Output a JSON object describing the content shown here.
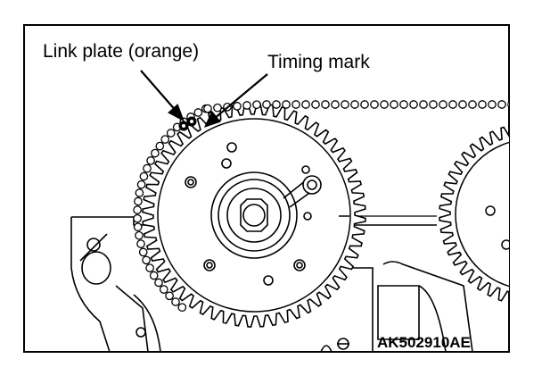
{
  "figure": {
    "callouts": {
      "link_plate": "Link plate (orange)",
      "timing_mark": "Timing mark"
    },
    "figure_code": "AK502910AE",
    "colors": {
      "line": "#000000",
      "background": "#ffffff"
    }
  }
}
